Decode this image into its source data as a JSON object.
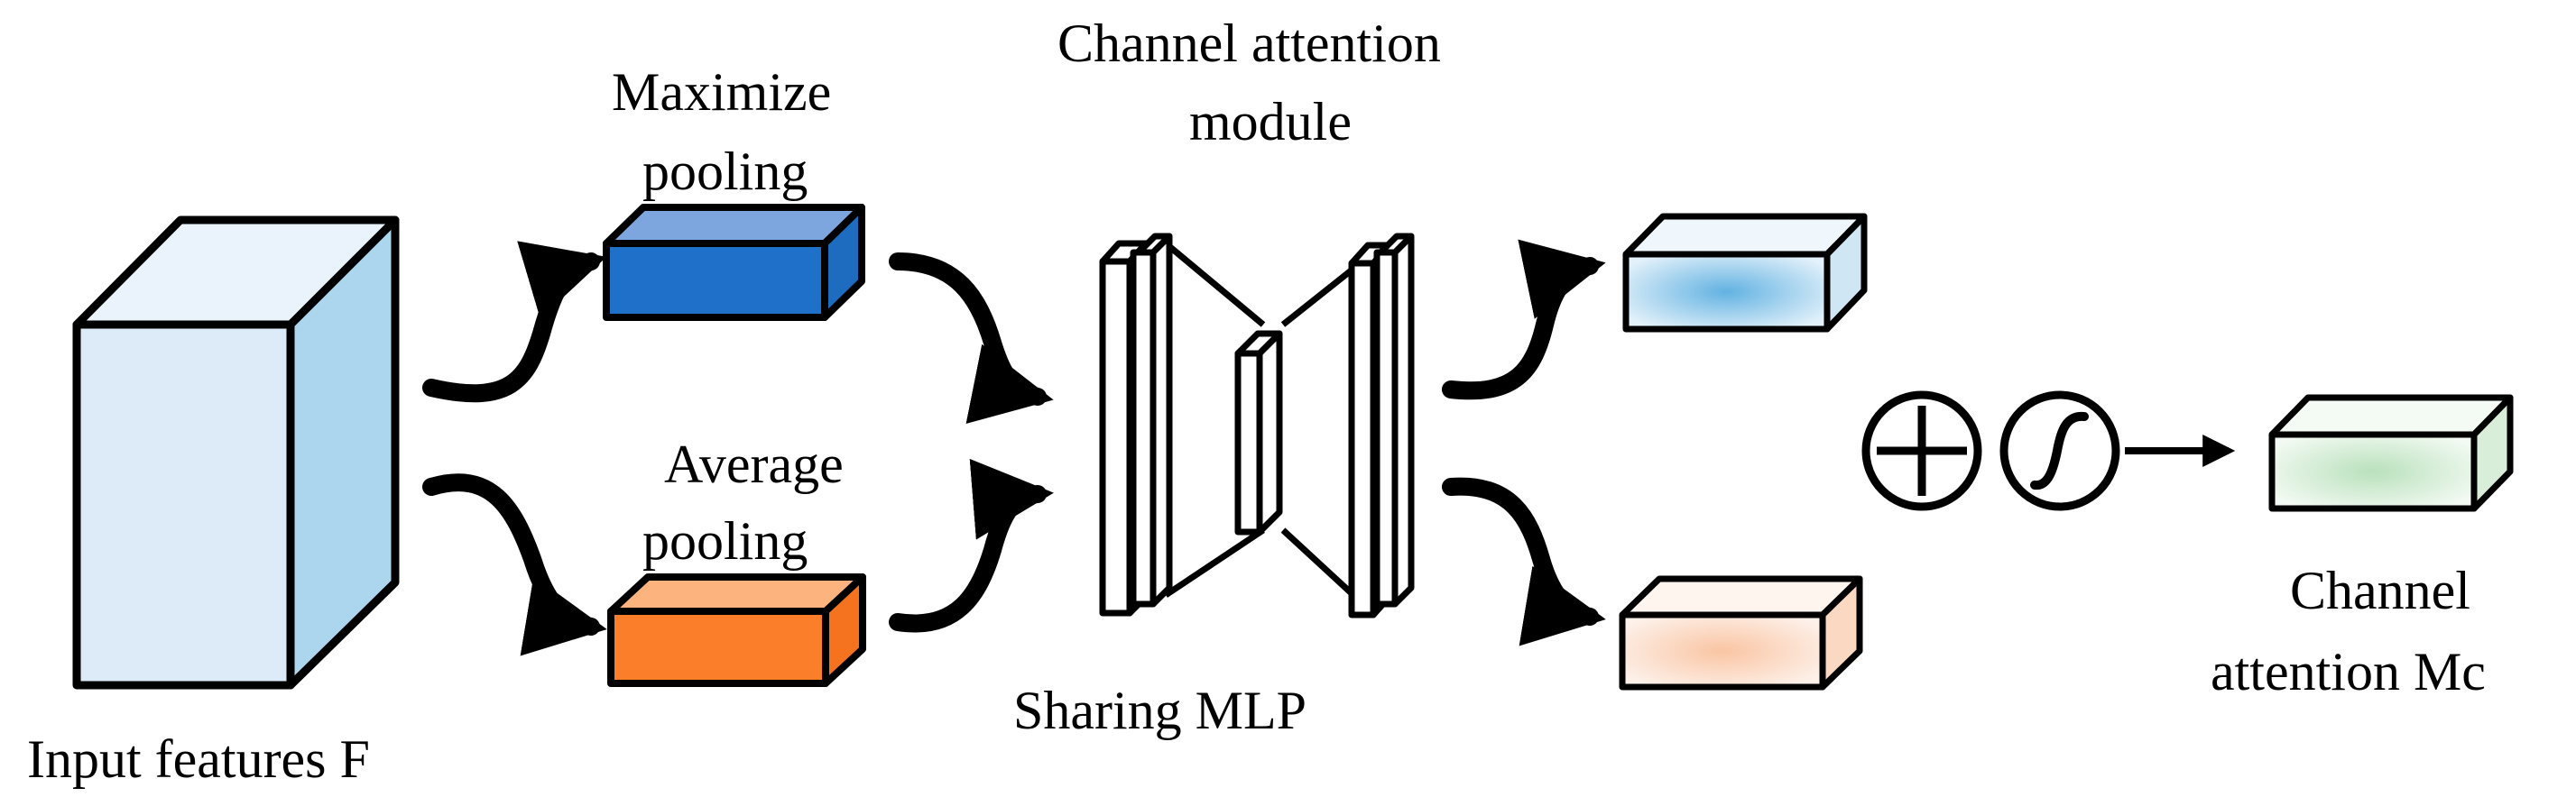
{
  "labels": {
    "input": "Input features F",
    "max_pool_line1": "Maximize",
    "max_pool_line2": "pooling",
    "avg_pool_line1": "Average",
    "avg_pool_line2": "pooling",
    "cam_line1": "Channel attention",
    "cam_line2": "module",
    "mlp": "Sharing MLP",
    "output_line1": "Channel",
    "output_line2": "attention Mc"
  },
  "colors": {
    "input_front": "#dcebf7",
    "input_top": "#eaf3fb",
    "input_side": "#acd5ee",
    "max_pool_front": "#1f70c8",
    "max_pool_top": "#7ea6de",
    "max_pool_side": "#1d6cc0",
    "avg_pool_front": "#fb7f2a",
    "avg_pool_top": "#fcb37d",
    "avg_pool_side": "#f5731f",
    "out_blue_center": "#62b2e2",
    "out_blue_edge": "#e3f1fa",
    "out_orange_center": "#fac5a3",
    "out_orange_edge": "#fdf1ea",
    "out_green_center": "#b9e1bc",
    "out_green_edge": "#f3faf3",
    "stroke": "#000000"
  },
  "icons": {
    "sum": "plus-circle-icon",
    "sigmoid": "sigmoid-icon"
  }
}
